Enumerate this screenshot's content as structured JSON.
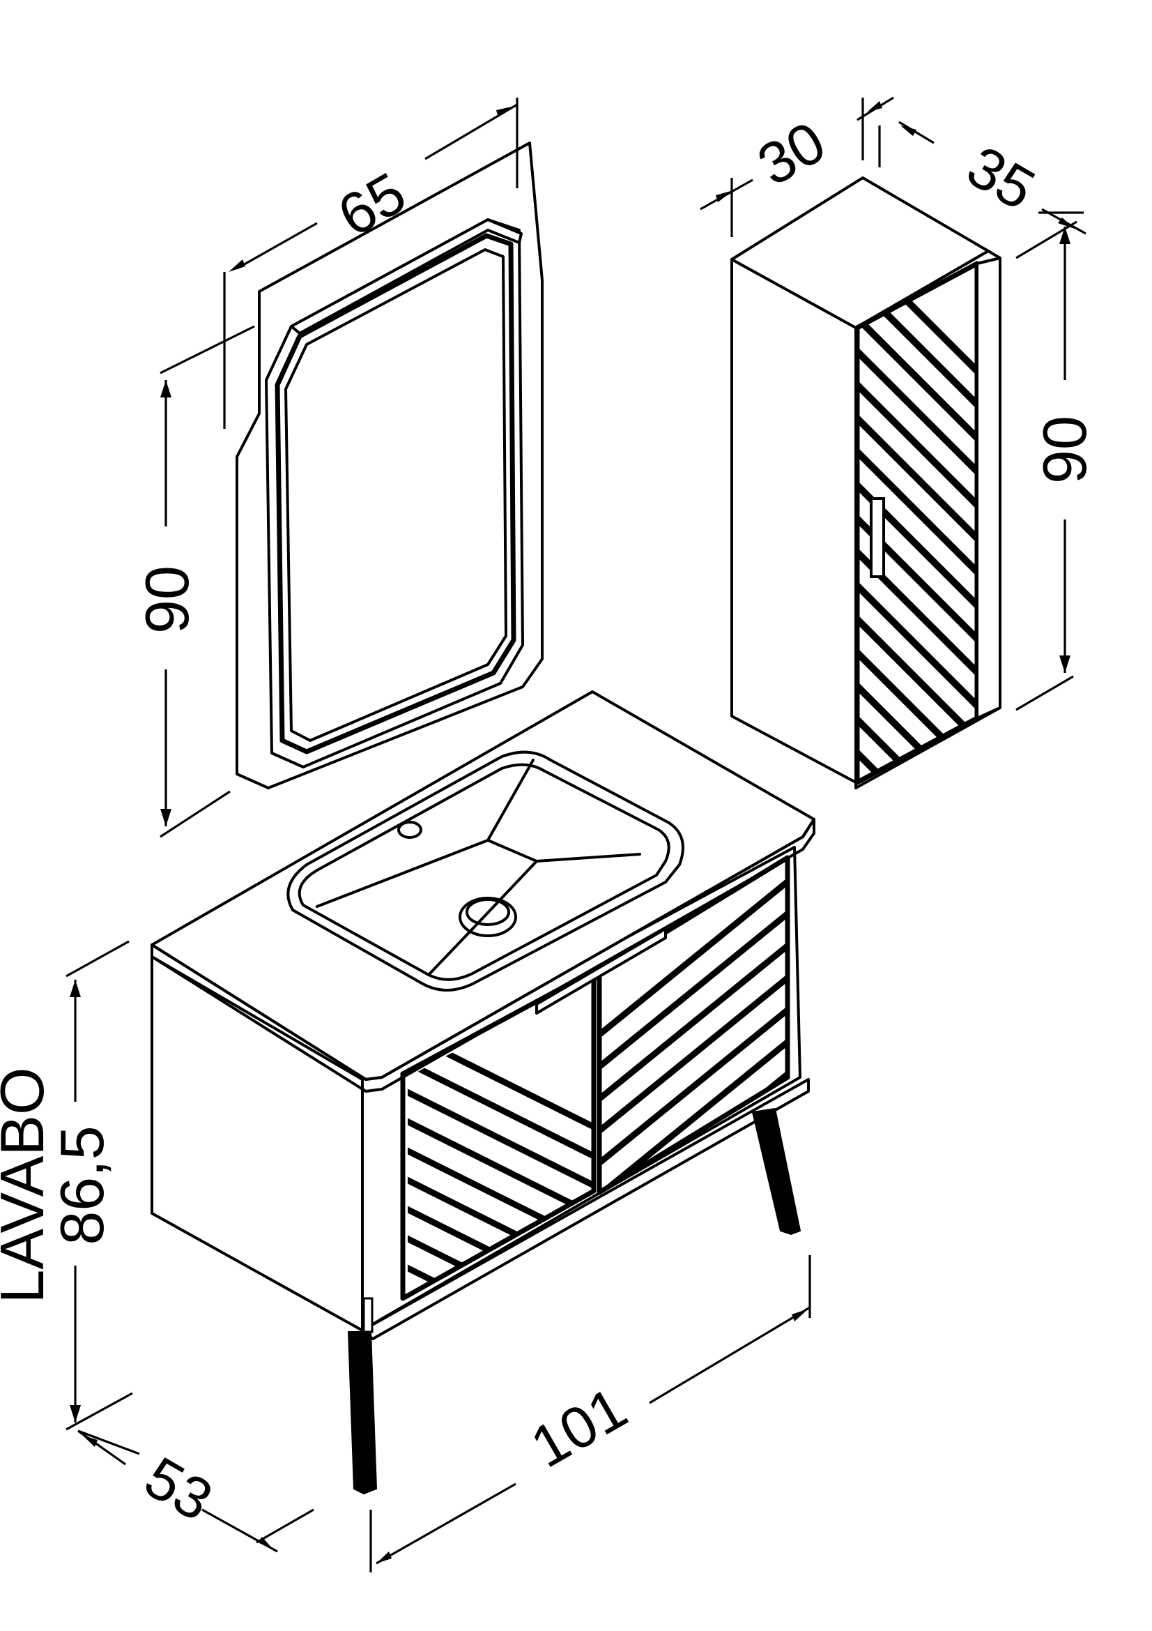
{
  "mirror": {
    "width": "65",
    "height": "90"
  },
  "tall_cabinet": {
    "width": "30",
    "depth": "35",
    "height": "90"
  },
  "vanity": {
    "name": "LAVABO",
    "height": "86,5",
    "depth": "53",
    "width": "101"
  }
}
